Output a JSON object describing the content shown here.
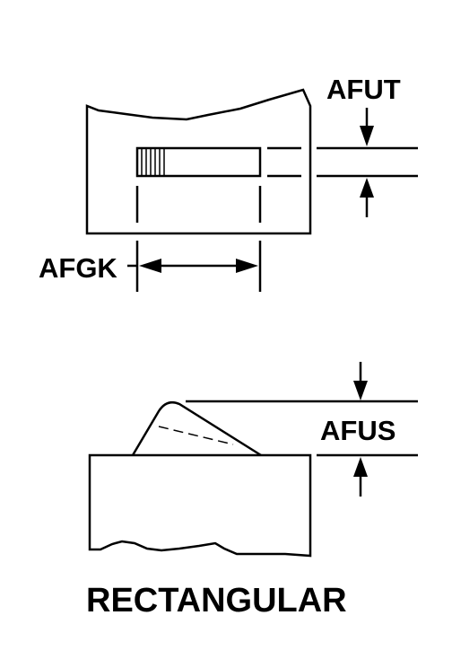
{
  "labels": {
    "afut": "AFUT",
    "afgk": "AFGK",
    "afus": "AFUS",
    "caption": "RECTANGULAR"
  },
  "colors": {
    "ink": "#000000",
    "background": "#ffffff"
  }
}
